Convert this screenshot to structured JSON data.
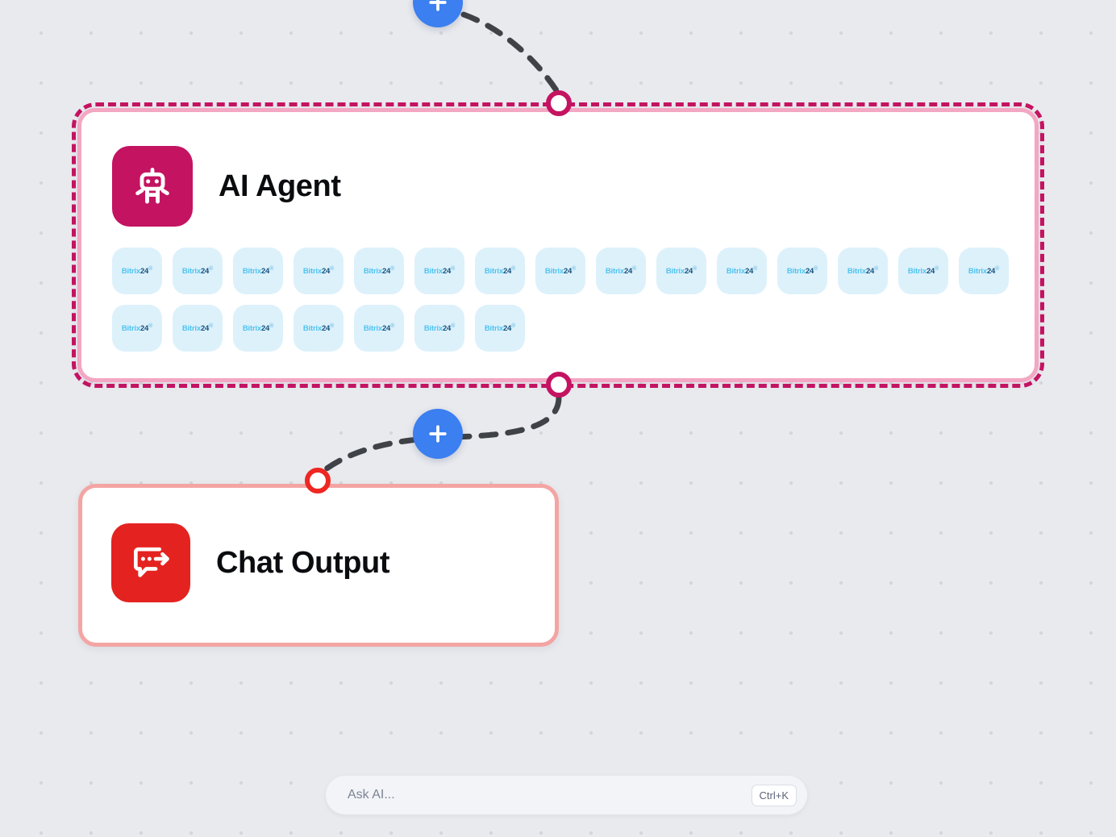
{
  "canvas": {
    "background_color": "#e9eaee",
    "dot_color": "#d3d6dc"
  },
  "nodes": [
    {
      "id": "ai-agent",
      "title": "AI Agent",
      "icon": "robot-icon",
      "icon_color": "#c41361",
      "border_color": "#f3a7c2",
      "selected": true,
      "selection_outline_color": "#c41361",
      "chips": [
        {
          "brand": "Bitrix",
          "number": "24",
          "mark": "®"
        },
        {
          "brand": "Bitrix",
          "number": "24",
          "mark": "®"
        },
        {
          "brand": "Bitrix",
          "number": "24",
          "mark": "®"
        },
        {
          "brand": "Bitrix",
          "number": "24",
          "mark": "®"
        },
        {
          "brand": "Bitrix",
          "number": "24",
          "mark": "®"
        },
        {
          "brand": "Bitrix",
          "number": "24",
          "mark": "®"
        },
        {
          "brand": "Bitrix",
          "number": "24",
          "mark": "®"
        },
        {
          "brand": "Bitrix",
          "number": "24",
          "mark": "®"
        },
        {
          "brand": "Bitrix",
          "number": "24",
          "mark": "®"
        },
        {
          "brand": "Bitrix",
          "number": "24",
          "mark": "®"
        },
        {
          "brand": "Bitrix",
          "number": "24",
          "mark": "®"
        },
        {
          "brand": "Bitrix",
          "number": "24",
          "mark": "®"
        },
        {
          "brand": "Bitrix",
          "number": "24",
          "mark": "®"
        },
        {
          "brand": "Bitrix",
          "number": "24",
          "mark": "®"
        },
        {
          "brand": "Bitrix",
          "number": "24",
          "mark": "®"
        },
        {
          "brand": "Bitrix",
          "number": "24",
          "mark": "®"
        },
        {
          "brand": "Bitrix",
          "number": "24",
          "mark": "®"
        },
        {
          "brand": "Bitrix",
          "number": "24",
          "mark": "®"
        },
        {
          "brand": "Bitrix",
          "number": "24",
          "mark": "®"
        },
        {
          "brand": "Bitrix",
          "number": "24",
          "mark": "®"
        },
        {
          "brand": "Bitrix",
          "number": "24",
          "mark": "®"
        },
        {
          "brand": "Bitrix",
          "number": "24",
          "mark": "®"
        }
      ]
    },
    {
      "id": "chat-output",
      "title": "Chat Output",
      "icon": "chat-output-icon",
      "icon_color": "#e42320",
      "border_color": "#f3a5a3",
      "selected": false
    }
  ],
  "handles": [
    {
      "id": "agent-in",
      "color": "#c41361"
    },
    {
      "id": "agent-out",
      "color": "#c41361"
    },
    {
      "id": "chat-in",
      "color": "#ee2722"
    }
  ],
  "edges": [
    {
      "id": "edge-top",
      "style": "dashed",
      "color": "#3f4247"
    },
    {
      "id": "edge-bottom",
      "style": "dashed",
      "color": "#3f4247"
    }
  ],
  "edge_buttons": [
    {
      "id": "edge-plus-top",
      "label": "+",
      "color": "#3b7ff0"
    },
    {
      "id": "edge-plus-bottom",
      "label": "+",
      "color": "#3b7ff0"
    }
  ],
  "ask_ai": {
    "placeholder": "Ask AI...",
    "value": "",
    "shortcut": "Ctrl+K"
  }
}
